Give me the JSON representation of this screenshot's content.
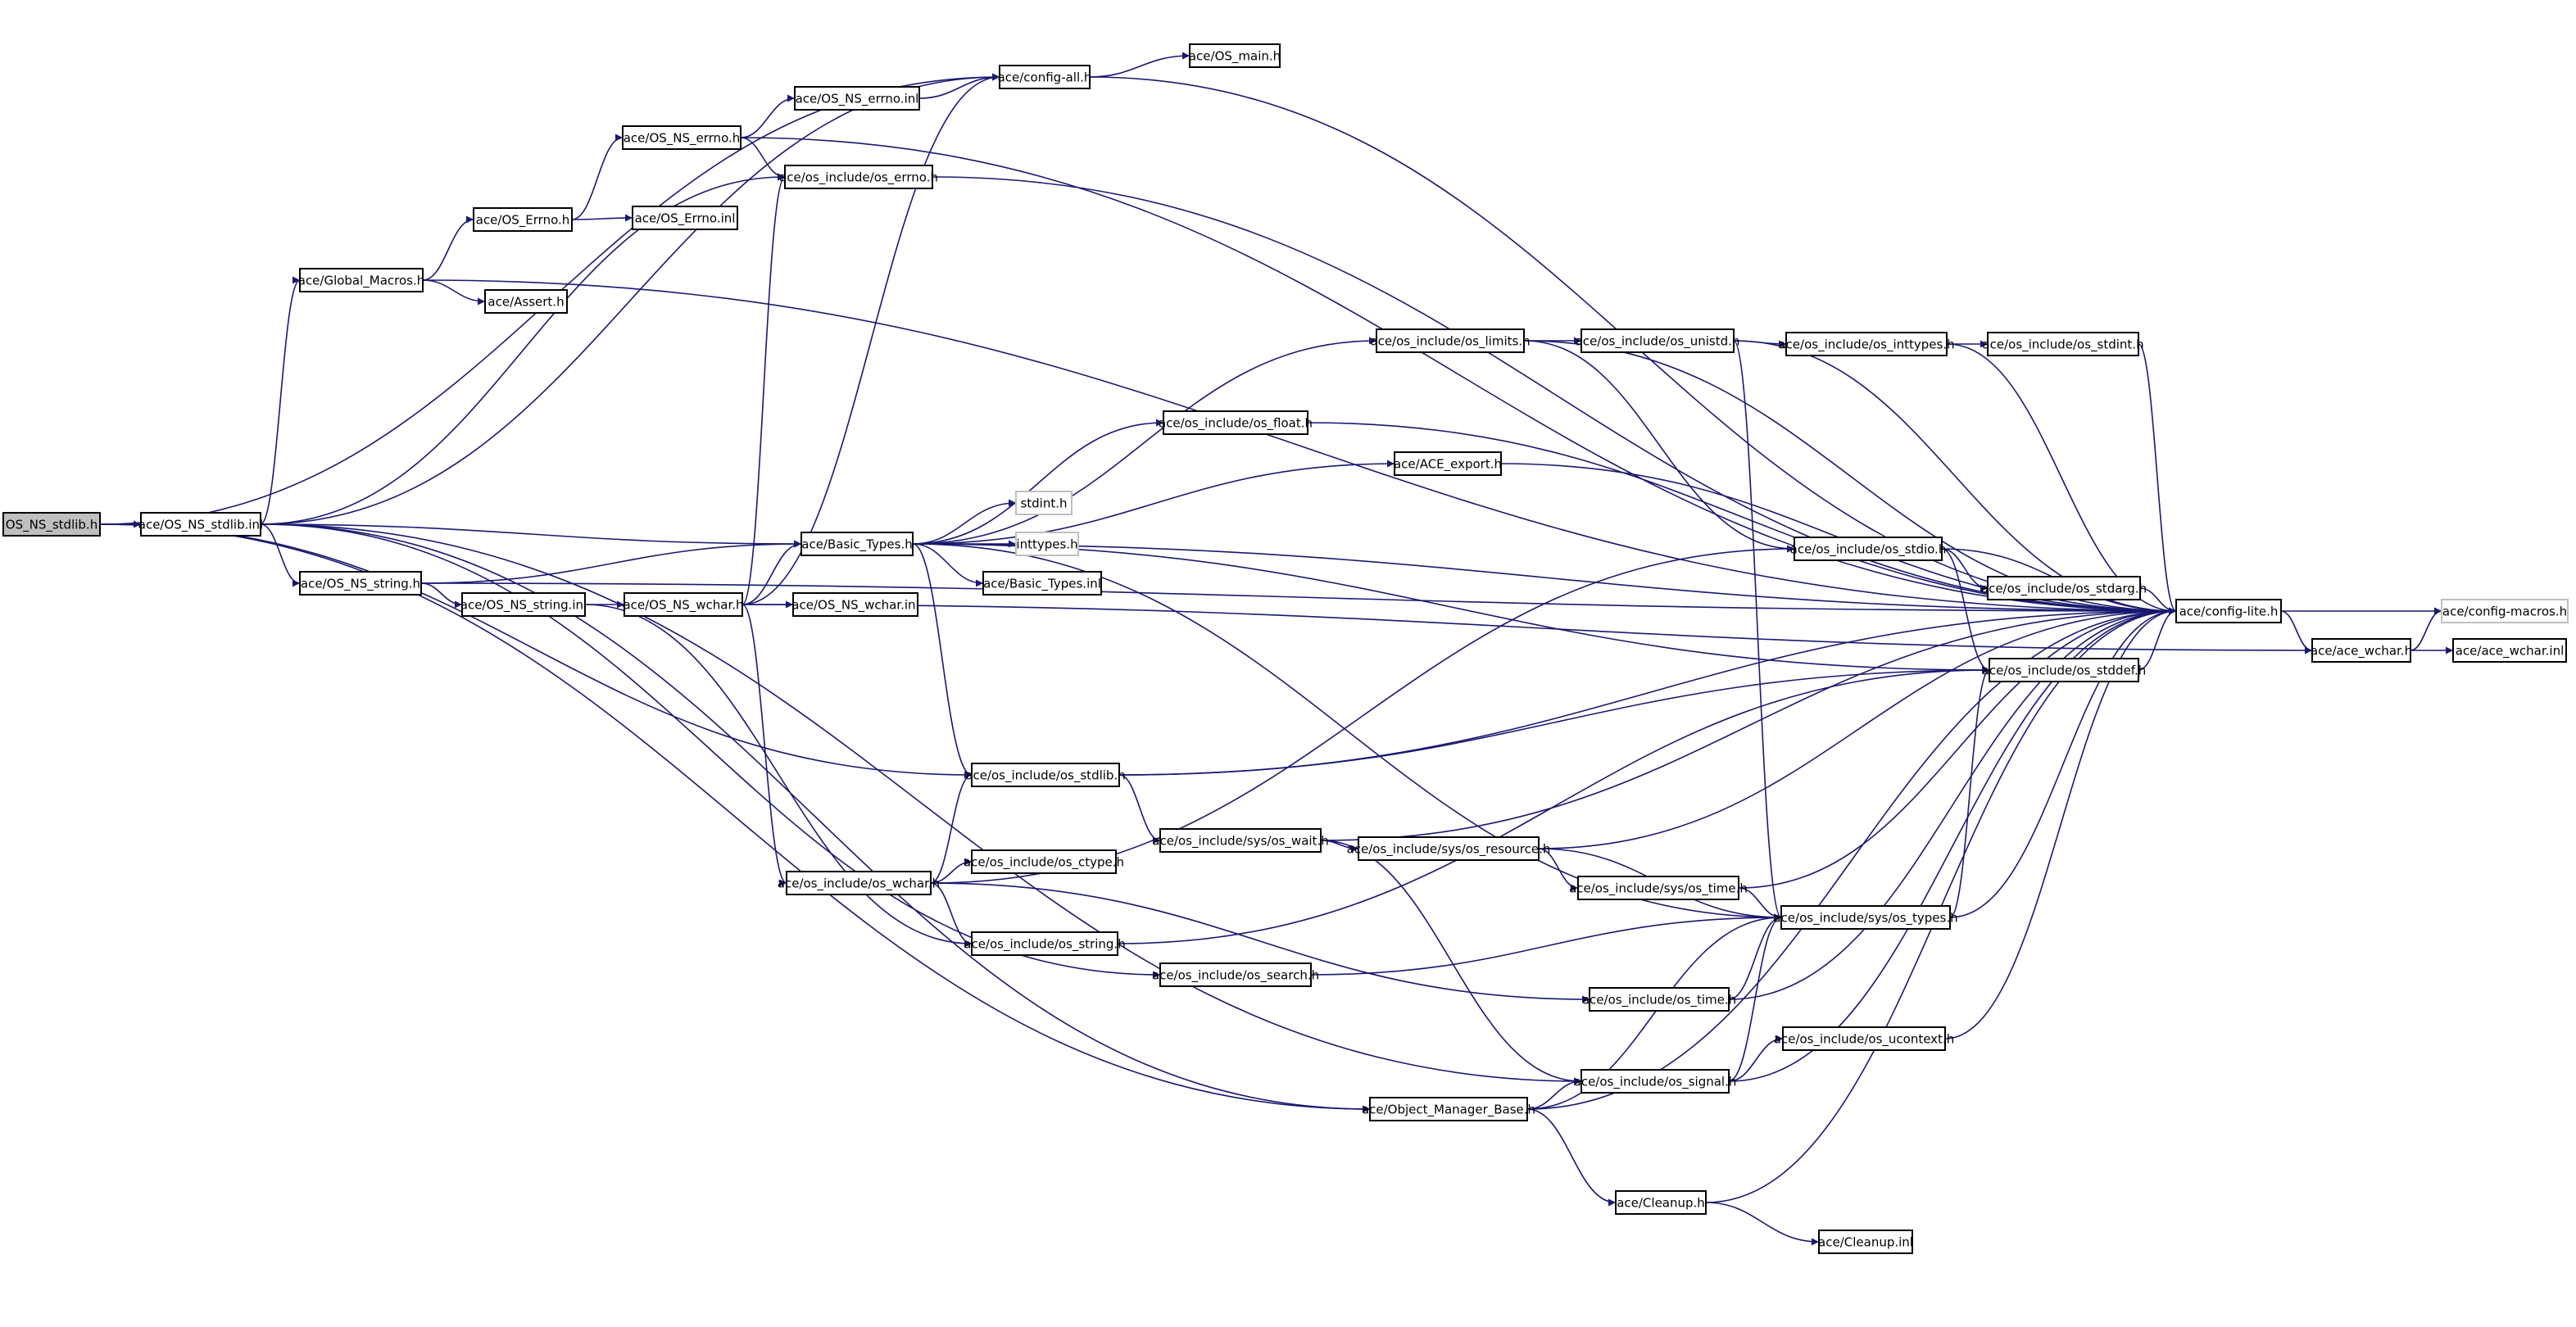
{
  "colors": {
    "edge": "#191970",
    "node_border": "#000000",
    "missing_border": "#bfbfbf",
    "highlight_fill": "#bfbfbf",
    "node_fill": "#ffffff",
    "text": "#000000"
  },
  "nodes": [
    {
      "id": "n_os_ns_stdlib_h",
      "label": "OS_NS_stdlib.h",
      "style": "highlight"
    },
    {
      "id": "n_os_ns_stdlib_inl",
      "label": "ace/OS_NS_stdlib.inl",
      "style": "normal"
    },
    {
      "id": "n_config_all",
      "label": "ace/config-all.h",
      "style": "normal"
    },
    {
      "id": "n_os_main",
      "label": "ace/OS_main.h",
      "style": "normal"
    },
    {
      "id": "n_os_ns_errno_inl",
      "label": "ace/OS_NS_errno.inl",
      "style": "normal"
    },
    {
      "id": "n_os_ns_errno_h",
      "label": "ace/OS_NS_errno.h",
      "style": "normal"
    },
    {
      "id": "n_os_include_errno",
      "label": "ace/os_include/os_errno.h",
      "style": "normal"
    },
    {
      "id": "n_os_errno_h",
      "label": "ace/OS_Errno.h",
      "style": "normal"
    },
    {
      "id": "n_os_errno_inl",
      "label": "ace/OS_Errno.inl",
      "style": "normal"
    },
    {
      "id": "n_global_macros",
      "label": "ace/Global_Macros.h",
      "style": "normal"
    },
    {
      "id": "n_assert",
      "label": "ace/Assert.h",
      "style": "normal"
    },
    {
      "id": "n_os_limits",
      "label": "ace/os_include/os_limits.h",
      "style": "normal"
    },
    {
      "id": "n_os_unistd",
      "label": "ace/os_include/os_unistd.h",
      "style": "normal"
    },
    {
      "id": "n_os_inttypes",
      "label": "ace/os_include/os_inttypes.h",
      "style": "normal"
    },
    {
      "id": "n_os_stdint",
      "label": "ace/os_include/os_stdint.h",
      "style": "normal"
    },
    {
      "id": "n_os_float",
      "label": "ace/os_include/os_float.h",
      "style": "normal"
    },
    {
      "id": "n_ace_export",
      "label": "ace/ACE_export.h",
      "style": "normal"
    },
    {
      "id": "n_stdint",
      "label": "stdint.h",
      "style": "missing"
    },
    {
      "id": "n_inttypes",
      "label": "inttypes.h",
      "style": "missing"
    },
    {
      "id": "n_basic_types_h",
      "label": "ace/Basic_Types.h",
      "style": "normal"
    },
    {
      "id": "n_basic_types_inl",
      "label": "ace/Basic_Types.inl",
      "style": "normal"
    },
    {
      "id": "n_os_stdio",
      "label": "ace/os_include/os_stdio.h",
      "style": "normal"
    },
    {
      "id": "n_os_stdarg",
      "label": "ace/os_include/os_stdarg.h",
      "style": "normal"
    },
    {
      "id": "n_config_lite",
      "label": "ace/config-lite.h",
      "style": "normal"
    },
    {
      "id": "n_config_macros",
      "label": "ace/config-macros.h",
      "style": "missing"
    },
    {
      "id": "n_ace_wchar_h",
      "label": "ace/ace_wchar.h",
      "style": "normal"
    },
    {
      "id": "n_ace_wchar_inl",
      "label": "ace/ace_wchar.inl",
      "style": "normal"
    },
    {
      "id": "n_os_ns_string_h",
      "label": "ace/OS_NS_string.h",
      "style": "normal"
    },
    {
      "id": "n_os_ns_string_inl",
      "label": "ace/OS_NS_string.inl",
      "style": "normal"
    },
    {
      "id": "n_os_ns_wchar_h",
      "label": "ace/OS_NS_wchar.h",
      "style": "normal"
    },
    {
      "id": "n_os_ns_wchar_inl",
      "label": "ace/OS_NS_wchar.inl",
      "style": "normal"
    },
    {
      "id": "n_os_stddef",
      "label": "ace/os_include/os_stddef.h",
      "style": "normal"
    },
    {
      "id": "n_os_stdlib",
      "label": "ace/os_include/os_stdlib.h",
      "style": "normal"
    },
    {
      "id": "n_os_wait",
      "label": "ace/os_include/sys/os_wait.h",
      "style": "normal"
    },
    {
      "id": "n_os_resource",
      "label": "ace/os_include/sys/os_resource.h",
      "style": "normal"
    },
    {
      "id": "n_os_ctype",
      "label": "ace/os_include/os_ctype.h",
      "style": "normal"
    },
    {
      "id": "n_os_sys_time",
      "label": "ace/os_include/sys/os_time.h",
      "style": "normal"
    },
    {
      "id": "n_os_wchar",
      "label": "ace/os_include/os_wchar.h",
      "style": "normal"
    },
    {
      "id": "n_os_types",
      "label": "ace/os_include/sys/os_types.h",
      "style": "normal"
    },
    {
      "id": "n_os_string",
      "label": "ace/os_include/os_string.h",
      "style": "normal"
    },
    {
      "id": "n_os_search",
      "label": "ace/os_include/os_search.h",
      "style": "normal"
    },
    {
      "id": "n_os_time",
      "label": "ace/os_include/os_time.h",
      "style": "normal"
    },
    {
      "id": "n_os_ucontext",
      "label": "ace/os_include/os_ucontext.h",
      "style": "normal"
    },
    {
      "id": "n_os_signal",
      "label": "ace/os_include/os_signal.h",
      "style": "normal"
    },
    {
      "id": "n_object_manager_base",
      "label": "ace/Object_Manager_Base.h",
      "style": "normal"
    },
    {
      "id": "n_cleanup_h",
      "label": "ace/Cleanup.h",
      "style": "normal"
    },
    {
      "id": "n_cleanup_inl",
      "label": "ace/Cleanup.inl",
      "style": "normal"
    }
  ],
  "edges": [
    {
      "from": "n_os_ns_stdlib_h",
      "to": "n_os_ns_stdlib_inl"
    },
    {
      "from": "n_os_ns_stdlib_h",
      "to": "n_config_all"
    },
    {
      "from": "n_os_ns_stdlib_h",
      "to": "n_os_stdlib"
    },
    {
      "from": "n_os_ns_stdlib_h",
      "to": "n_object_manager_base"
    },
    {
      "from": "n_os_ns_stdlib_inl",
      "to": "n_config_all"
    },
    {
      "from": "n_os_ns_stdlib_inl",
      "to": "n_os_include_errno"
    },
    {
      "from": "n_os_ns_stdlib_inl",
      "to": "n_global_macros"
    },
    {
      "from": "n_os_ns_stdlib_inl",
      "to": "n_basic_types_h"
    },
    {
      "from": "n_os_ns_stdlib_inl",
      "to": "n_os_ns_string_h"
    },
    {
      "from": "n_os_ns_stdlib_inl",
      "to": "n_os_search"
    },
    {
      "from": "n_os_ns_stdlib_inl",
      "to": "n_os_signal"
    },
    {
      "from": "n_os_ns_stdlib_inl",
      "to": "n_object_manager_base"
    },
    {
      "from": "n_config_all",
      "to": "n_os_main"
    },
    {
      "from": "n_config_all",
      "to": "n_config_lite"
    },
    {
      "from": "n_os_ns_errno_inl",
      "to": "n_config_all"
    },
    {
      "from": "n_os_ns_errno_h",
      "to": "n_os_ns_errno_inl"
    },
    {
      "from": "n_os_ns_errno_h",
      "to": "n_os_include_errno"
    },
    {
      "from": "n_os_ns_errno_h",
      "to": "n_config_lite"
    },
    {
      "from": "n_os_include_errno",
      "to": "n_config_lite"
    },
    {
      "from": "n_os_errno_h",
      "to": "n_os_ns_errno_h"
    },
    {
      "from": "n_os_errno_h",
      "to": "n_os_errno_inl"
    },
    {
      "from": "n_global_macros",
      "to": "n_os_errno_h"
    },
    {
      "from": "n_global_macros",
      "to": "n_assert"
    },
    {
      "from": "n_global_macros",
      "to": "n_config_lite"
    },
    {
      "from": "n_basic_types_h",
      "to": "n_os_limits"
    },
    {
      "from": "n_basic_types_h",
      "to": "n_os_float"
    },
    {
      "from": "n_basic_types_h",
      "to": "n_ace_export"
    },
    {
      "from": "n_basic_types_h",
      "to": "n_stdint"
    },
    {
      "from": "n_basic_types_h",
      "to": "n_inttypes"
    },
    {
      "from": "n_basic_types_h",
      "to": "n_basic_types_inl"
    },
    {
      "from": "n_basic_types_h",
      "to": "n_config_lite"
    },
    {
      "from": "n_basic_types_h",
      "to": "n_os_stddef"
    },
    {
      "from": "n_basic_types_h",
      "to": "n_os_stdlib"
    },
    {
      "from": "n_basic_types_h",
      "to": "n_os_types"
    },
    {
      "from": "n_os_limits",
      "to": "n_os_unistd"
    },
    {
      "from": "n_os_limits",
      "to": "n_config_lite"
    },
    {
      "from": "n_os_limits",
      "to": "n_os_stdio"
    },
    {
      "from": "n_os_unistd",
      "to": "n_os_inttypes"
    },
    {
      "from": "n_os_unistd",
      "to": "n_config_lite"
    },
    {
      "from": "n_os_unistd",
      "to": "n_os_types"
    },
    {
      "from": "n_os_inttypes",
      "to": "n_os_stdint"
    },
    {
      "from": "n_os_inttypes",
      "to": "n_config_lite"
    },
    {
      "from": "n_os_stdint",
      "to": "n_config_lite"
    },
    {
      "from": "n_os_float",
      "to": "n_config_lite"
    },
    {
      "from": "n_ace_export",
      "to": "n_config_lite"
    },
    {
      "from": "n_os_stdio",
      "to": "n_os_stdarg"
    },
    {
      "from": "n_os_stdio",
      "to": "n_config_lite"
    },
    {
      "from": "n_os_stdio",
      "to": "n_os_stddef"
    },
    {
      "from": "n_os_stdarg",
      "to": "n_config_lite"
    },
    {
      "from": "n_config_lite",
      "to": "n_config_macros"
    },
    {
      "from": "n_config_lite",
      "to": "n_ace_wchar_h"
    },
    {
      "from": "n_ace_wchar_h",
      "to": "n_config_macros"
    },
    {
      "from": "n_ace_wchar_h",
      "to": "n_ace_wchar_inl"
    },
    {
      "from": "n_os_ns_string_h",
      "to": "n_basic_types_h"
    },
    {
      "from": "n_os_ns_string_h",
      "to": "n_os_ns_string_inl"
    },
    {
      "from": "n_os_ns_string_h",
      "to": "n_config_lite"
    },
    {
      "from": "n_os_ns_string_inl",
      "to": "n_os_ns_wchar_h"
    },
    {
      "from": "n_os_ns_string_inl",
      "to": "n_os_string"
    },
    {
      "from": "n_os_ns_wchar_h",
      "to": "n_config_all"
    },
    {
      "from": "n_os_ns_wchar_h",
      "to": "n_os_include_errno"
    },
    {
      "from": "n_os_ns_wchar_h",
      "to": "n_basic_types_h"
    },
    {
      "from": "n_os_ns_wchar_h",
      "to": "n_os_ns_wchar_inl"
    },
    {
      "from": "n_os_ns_wchar_h",
      "to": "n_os_wchar"
    },
    {
      "from": "n_os_ns_wchar_h",
      "to": "n_ace_wchar_h"
    },
    {
      "from": "n_os_stddef",
      "to": "n_config_lite"
    },
    {
      "from": "n_os_stdlib",
      "to": "n_os_stddef"
    },
    {
      "from": "n_os_stdlib",
      "to": "n_config_lite"
    },
    {
      "from": "n_os_stdlib",
      "to": "n_os_wait"
    },
    {
      "from": "n_os_wait",
      "to": "n_os_resource"
    },
    {
      "from": "n_os_wait",
      "to": "n_config_lite"
    },
    {
      "from": "n_os_wait",
      "to": "n_os_signal"
    },
    {
      "from": "n_os_resource",
      "to": "n_os_sys_time"
    },
    {
      "from": "n_os_resource",
      "to": "n_config_lite"
    },
    {
      "from": "n_os_resource",
      "to": "n_os_types"
    },
    {
      "from": "n_os_sys_time",
      "to": "n_os_types"
    },
    {
      "from": "n_os_sys_time",
      "to": "n_config_lite"
    },
    {
      "from": "n_os_wchar",
      "to": "n_os_stdlib"
    },
    {
      "from": "n_os_wchar",
      "to": "n_os_ctype"
    },
    {
      "from": "n_os_wchar",
      "to": "n_os_string"
    },
    {
      "from": "n_os_wchar",
      "to": "n_os_time"
    },
    {
      "from": "n_os_wchar",
      "to": "n_os_stdio"
    },
    {
      "from": "n_os_types",
      "to": "n_os_stddef"
    },
    {
      "from": "n_os_types",
      "to": "n_config_lite"
    },
    {
      "from": "n_os_string",
      "to": "n_os_stddef"
    },
    {
      "from": "n_os_search",
      "to": "n_os_types"
    },
    {
      "from": "n_os_time",
      "to": "n_os_types"
    },
    {
      "from": "n_os_time",
      "to": "n_config_lite"
    },
    {
      "from": "n_os_ucontext",
      "to": "n_config_lite"
    },
    {
      "from": "n_os_signal",
      "to": "n_os_ucontext"
    },
    {
      "from": "n_os_signal",
      "to": "n_os_types"
    },
    {
      "from": "n_os_signal",
      "to": "n_config_lite"
    },
    {
      "from": "n_object_manager_base",
      "to": "n_os_signal"
    },
    {
      "from": "n_object_manager_base",
      "to": "n_cleanup_h"
    },
    {
      "from": "n_object_manager_base",
      "to": "n_config_lite"
    },
    {
      "from": "n_object_manager_base",
      "to": "n_os_types"
    },
    {
      "from": "n_cleanup_h",
      "to": "n_cleanup_inl"
    },
    {
      "from": "n_cleanup_h",
      "to": "n_config_lite"
    }
  ]
}
